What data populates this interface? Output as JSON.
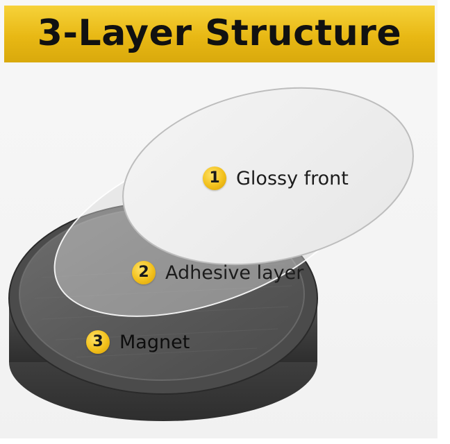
{
  "banner": {
    "title": "3-Layer Structure"
  },
  "layers": [
    {
      "number": "1",
      "label": "Glossy front"
    },
    {
      "number": "2",
      "label": "Adhesive layer"
    },
    {
      "number": "3",
      "label": "Magnet"
    }
  ],
  "colors": {
    "banner_yellow": "#e8b814",
    "badge_gold": "#f2c01b",
    "magnet_gray": "#4a4a4a",
    "film_white": "#fbfbfb"
  }
}
